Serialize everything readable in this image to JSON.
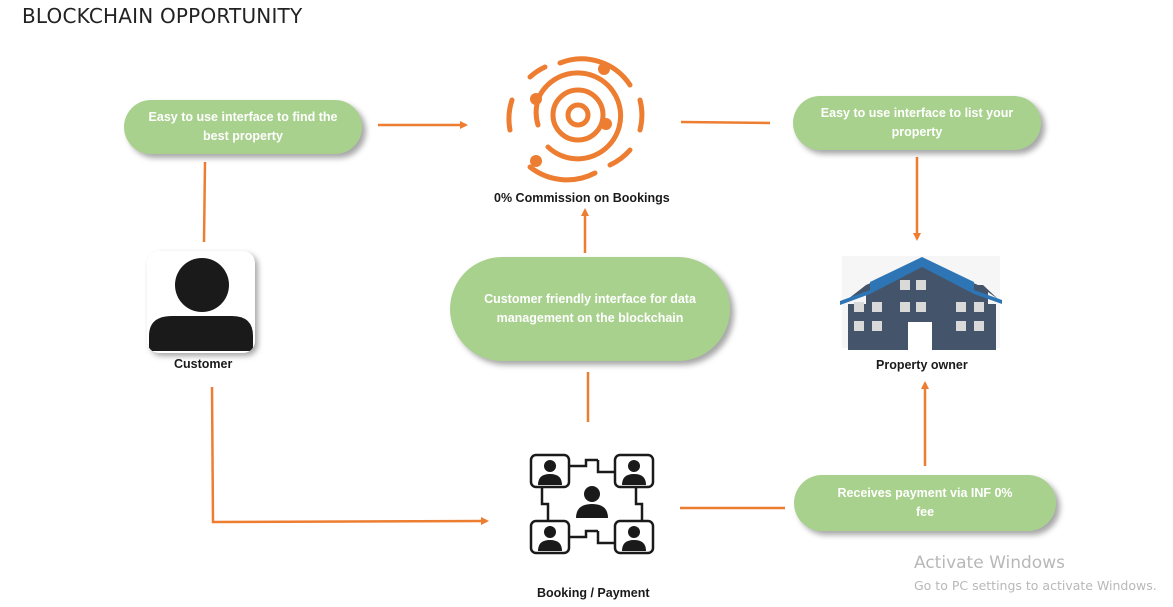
{
  "title": "BLOCKCHAIN OPPORTUNITY",
  "colors": {
    "pill_fill": "#a9d18e",
    "arrow": "#ed7d31",
    "building_roof": "#2e75b6",
    "building_body": "#44546a",
    "icon_dark": "#1a1a1a"
  },
  "nodes": {
    "find_property": {
      "text": "Easy to use interface to find the best property"
    },
    "commission": {
      "label": "0% Commission on Bookings",
      "icon": "blockchain-orbit-icon"
    },
    "list_property": {
      "text": "Easy to use interface to list your property"
    },
    "customer": {
      "label": "Customer",
      "icon": "user-icon"
    },
    "data_management": {
      "text": "Customer friendly interface for data management on the blockchain"
    },
    "property_owner": {
      "label": "Property owner",
      "icon": "building-icon"
    },
    "booking_payment": {
      "label": "Booking / Payment",
      "icon": "network-users-icon"
    },
    "receives_payment": {
      "text": "Receives payment via INF 0% fee"
    }
  },
  "watermark": {
    "title": "Activate Windows",
    "subtitle": "Go to PC settings to activate Windows."
  }
}
